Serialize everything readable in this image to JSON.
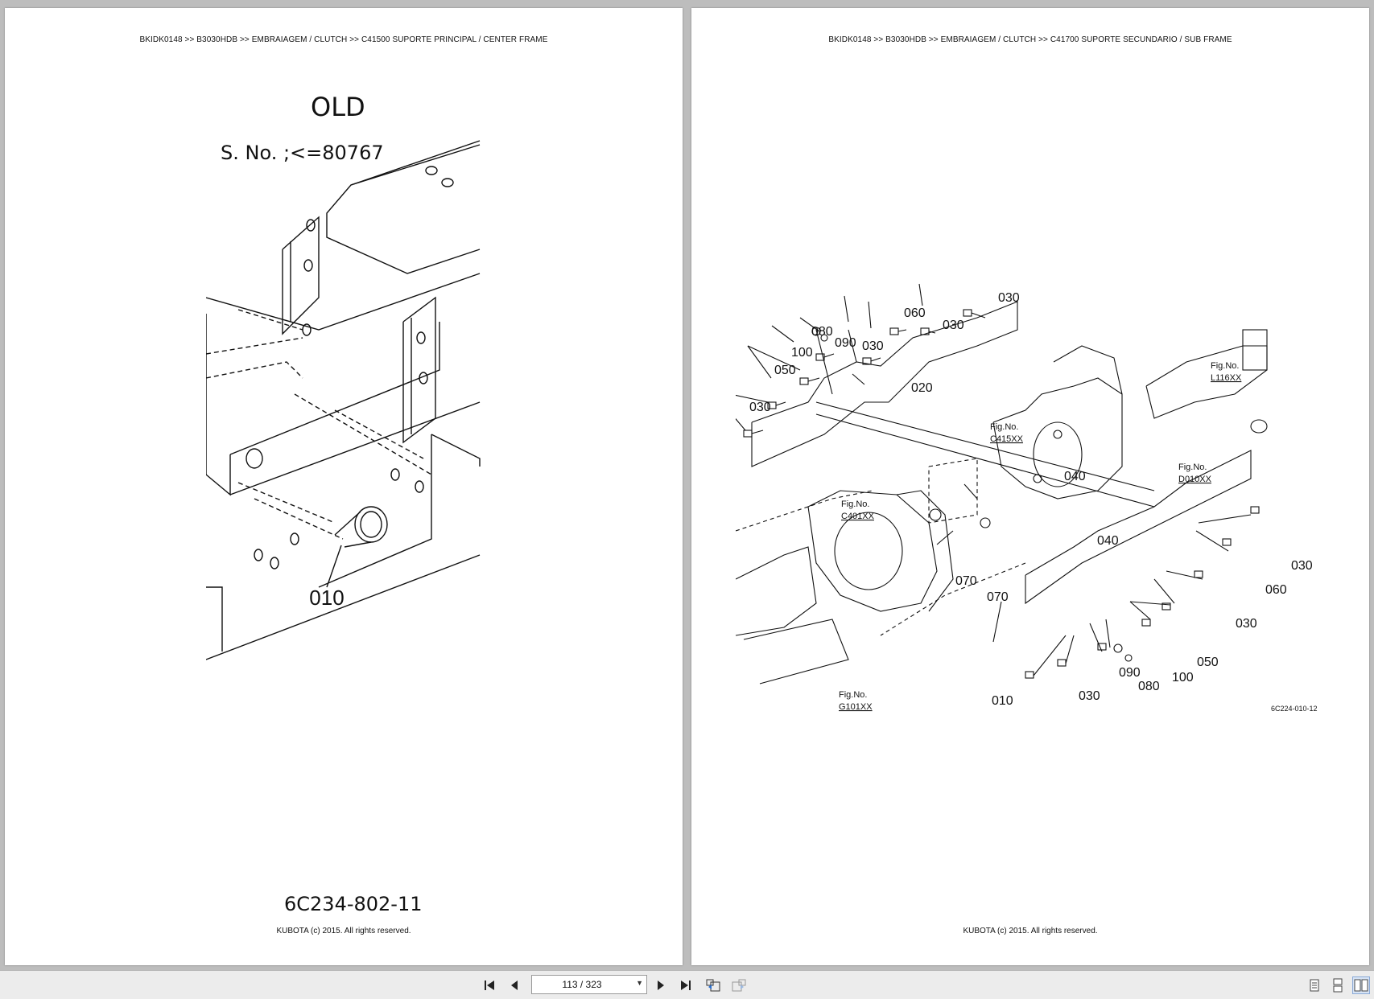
{
  "left_page": {
    "breadcrumb": "BKIDK0148 >> B3030HDB >> EMBRAIAGEM / CLUTCH >> C41500   SUPORTE PRINCIPAL / CENTER FRAME",
    "title": "OLD",
    "serial": "S. No. ;<=80767",
    "callouts": [
      "010"
    ],
    "figure_code": "6C234-802-11",
    "copyright": "KUBOTA (c) 2015. All rights reserved."
  },
  "right_page": {
    "breadcrumb": "BKIDK0148 >> B3030HDB >> EMBRAIAGEM / CLUTCH >> C41700   SUPORTE SECUNDARIO / SUB FRAME",
    "callouts": [
      "030",
      "060",
      "030",
      "080",
      "090",
      "030",
      "100",
      "050",
      "020",
      "030",
      "040",
      "040",
      "070",
      "070",
      "030",
      "060",
      "030",
      "050",
      "100",
      "090",
      "080",
      "030",
      "010"
    ],
    "fig_refs": [
      {
        "label": "Fig.No.",
        "code": "L116XX"
      },
      {
        "label": "Fig.No.",
        "code": "C415XX"
      },
      {
        "label": "Fig.No.",
        "code": "D010XX"
      },
      {
        "label": "Fig.No.",
        "code": "C401XX"
      },
      {
        "label": "Fig.No.",
        "code": "G101XX"
      }
    ],
    "figure_code": "6C224-010-12",
    "copyright": "KUBOTA (c) 2015. All rights reserved."
  },
  "toolbar": {
    "page_indicator": "113 / 323",
    "icons": [
      "first-page-icon",
      "previous-page-icon",
      "next-page-icon",
      "last-page-icon",
      "go-back-icon",
      "go-forward-icon",
      "single-page-view-icon",
      "continuous-view-icon",
      "two-page-view-icon"
    ]
  }
}
